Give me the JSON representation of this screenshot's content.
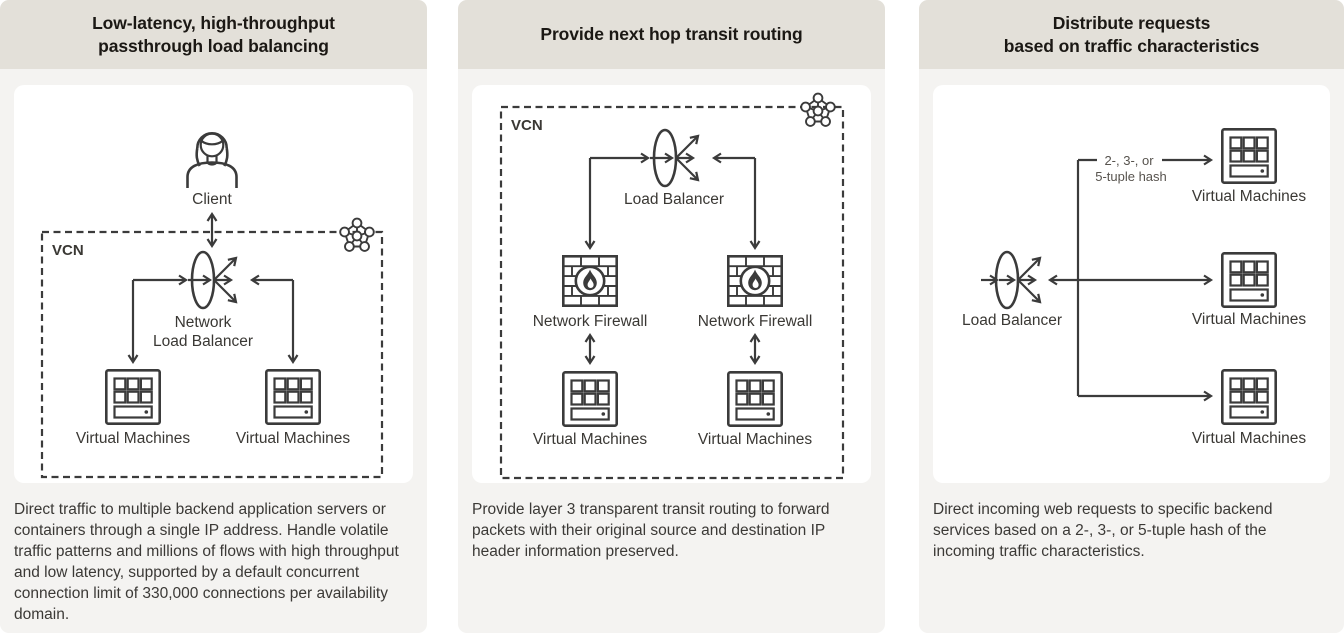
{
  "colors": {
    "header_bg": "#e3e0d9",
    "panel_bg": "#f4f3f1",
    "card_bg": "#ffffff",
    "line_stroke": "#3b3b3b",
    "title_text": "#1b1814",
    "body_text": "#3b3936",
    "hash_label_text": "#57534e"
  },
  "panels": [
    {
      "title_lines": [
        "Low-latency, high-throughput",
        "passthrough load balancing"
      ],
      "labels": {
        "client": "Client",
        "vcn": "VCN",
        "lb_lines": [
          "Network",
          "Load Balancer"
        ],
        "vm_left": "Virtual Machines",
        "vm_right": "Virtual Machines"
      },
      "description": "Direct traffic to multiple backend application servers or containers through a single IP address. Handle volatile traffic patterns and millions of flows with high throughput and low latency, supported by a default concurrent connection limit of 330,000 connections per availability domain."
    },
    {
      "title_lines": [
        "Provide next hop transit routing"
      ],
      "labels": {
        "vcn": "VCN",
        "lb": "Load Balancer",
        "fw_left": "Network Firewall",
        "fw_right": "Network Firewall",
        "vm_left": "Virtual Machines",
        "vm_right": "Virtual Machines"
      },
      "description": "Provide layer 3 transparent transit routing to forward packets with their original source and destination IP header information preserved."
    },
    {
      "title_lines": [
        "Distribute requests",
        "based on traffic characteristics"
      ],
      "labels": {
        "lb": "Load Balancer",
        "hash_lines": [
          "2-, 3-, or",
          "5-tuple hash"
        ],
        "vm_top": "Virtual Machines",
        "vm_middle": "Virtual Machines",
        "vm_bottom": "Virtual Machines"
      },
      "description": "Direct incoming web requests to specific backend services based on a 2-, 3-, or 5-tuple hash of the incoming traffic characteristics."
    }
  ]
}
